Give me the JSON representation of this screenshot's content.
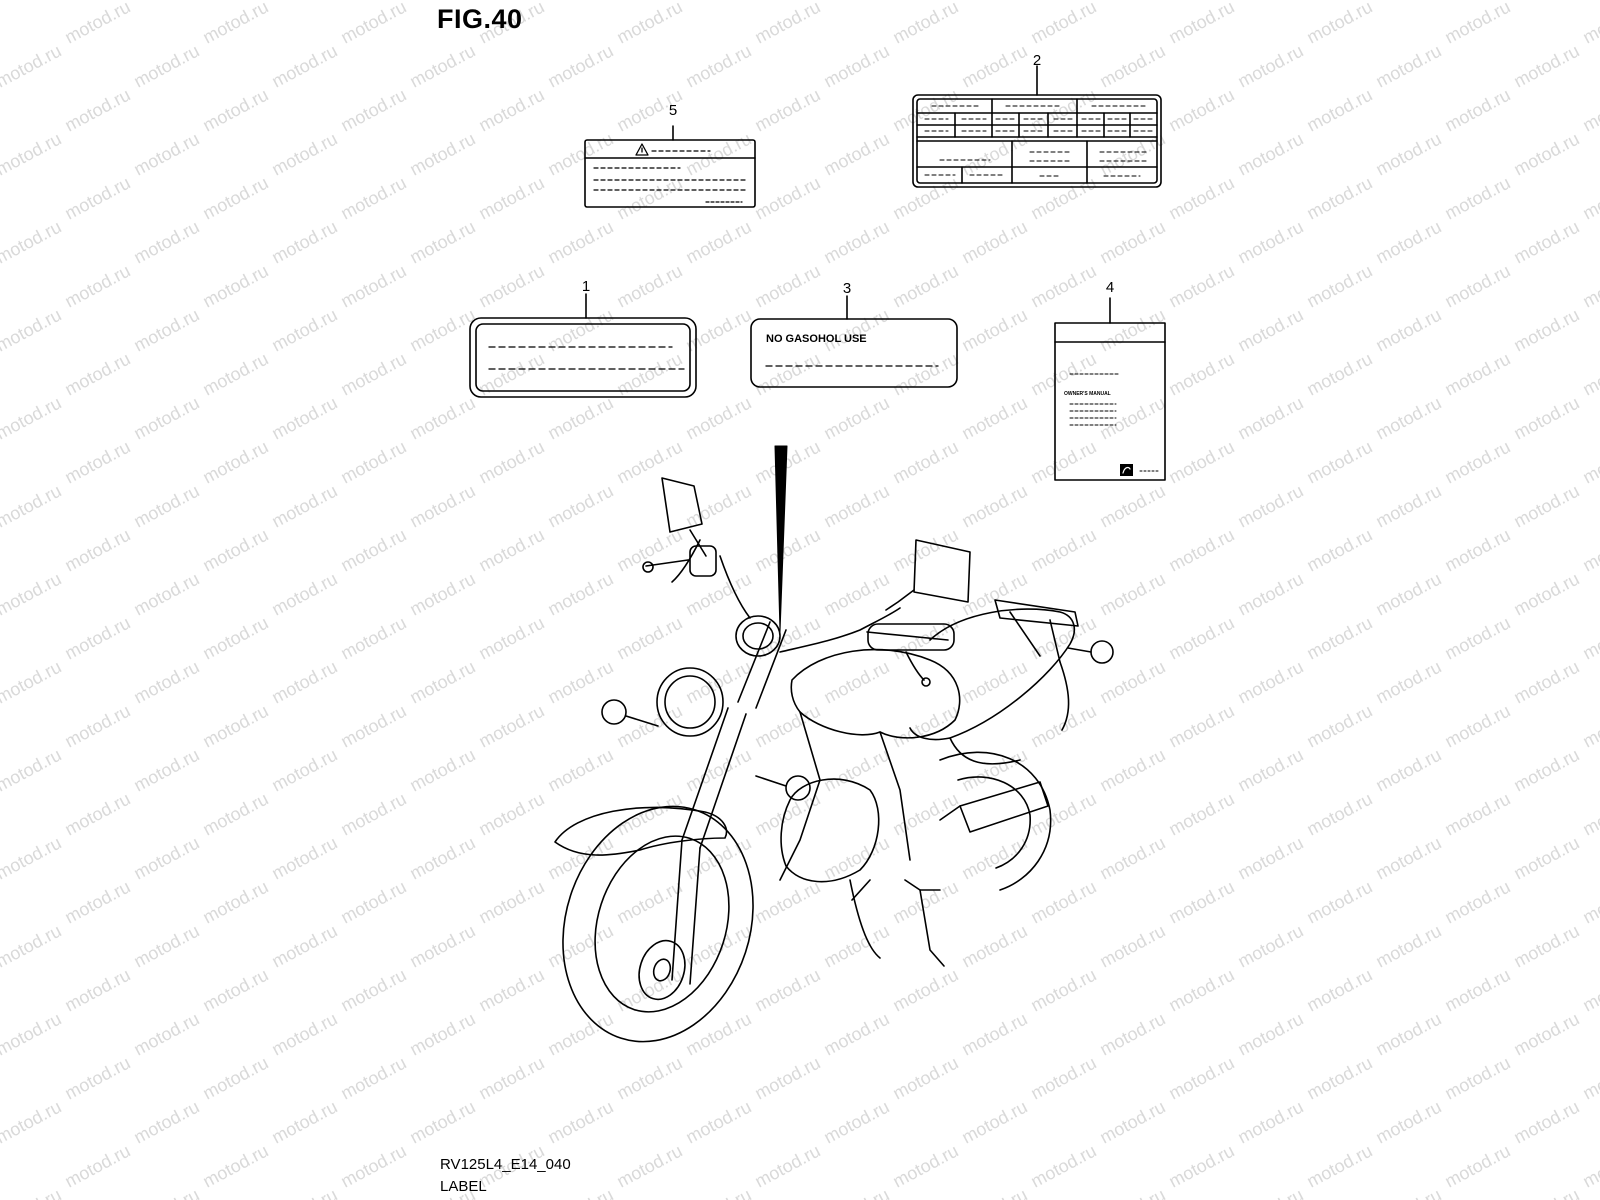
{
  "figure": {
    "title": "FIG.40",
    "model_code": "RV125L4_E14_040",
    "section_label": "LABEL"
  },
  "watermark": {
    "text": "motod.ru",
    "color": "#d9d9d9"
  },
  "callouts": [
    {
      "id": "1",
      "number": "1"
    },
    {
      "id": "2",
      "number": "2"
    },
    {
      "id": "3",
      "number": "3"
    },
    {
      "id": "4",
      "number": "4"
    },
    {
      "id": "5",
      "number": "5"
    }
  ],
  "labels": {
    "label3_text": "NO GASOHOL USE",
    "manual_title": "OWNER'S MANUAL"
  },
  "icons": {
    "warning": "warning-triangle-icon",
    "brand": "brand-logo-icon"
  },
  "colors": {
    "line": "#000000",
    "background": "#ffffff"
  }
}
